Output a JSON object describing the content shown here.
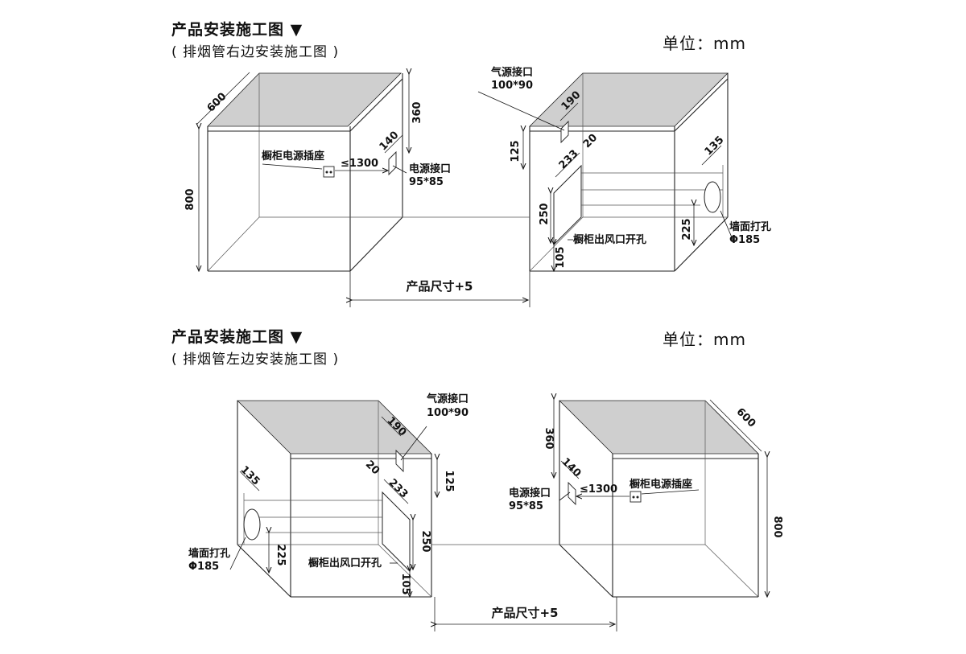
{
  "section_right": {
    "title": "产品安装施工图",
    "title_marker": "▼",
    "subtitle": "( 排烟管右边安装施工图 )",
    "unit": "单位：mm"
  },
  "section_left": {
    "title": "产品安装施工图",
    "title_marker": "▼",
    "subtitle": "( 排烟管左边安装施工图 )",
    "unit": "单位：mm"
  },
  "labels": {
    "socket": "橱柜电源插座",
    "le1300": "≤1300",
    "power_port": "电源接口",
    "power_size": "95*85",
    "gas_port": "气源接口",
    "gas_size": "100*90",
    "wall_hole": "墙面打孔",
    "wall_hole_dia": "Φ185",
    "vent_opening": "橱柜出风口开孔",
    "product_size": "产品尺寸+5"
  },
  "dimensions": {
    "width": "600",
    "height": "800",
    "top_offset": "360",
    "power_offset": "140",
    "gas_offset": "190",
    "gas_height": "125",
    "vent_top": "20",
    "vent_width": "233",
    "vent_height": "250",
    "vent_bottom": "105",
    "hole_offset": "135",
    "hole_height": "225"
  },
  "colors": {
    "line": "#222222",
    "top_band": "#cfcfcf"
  }
}
